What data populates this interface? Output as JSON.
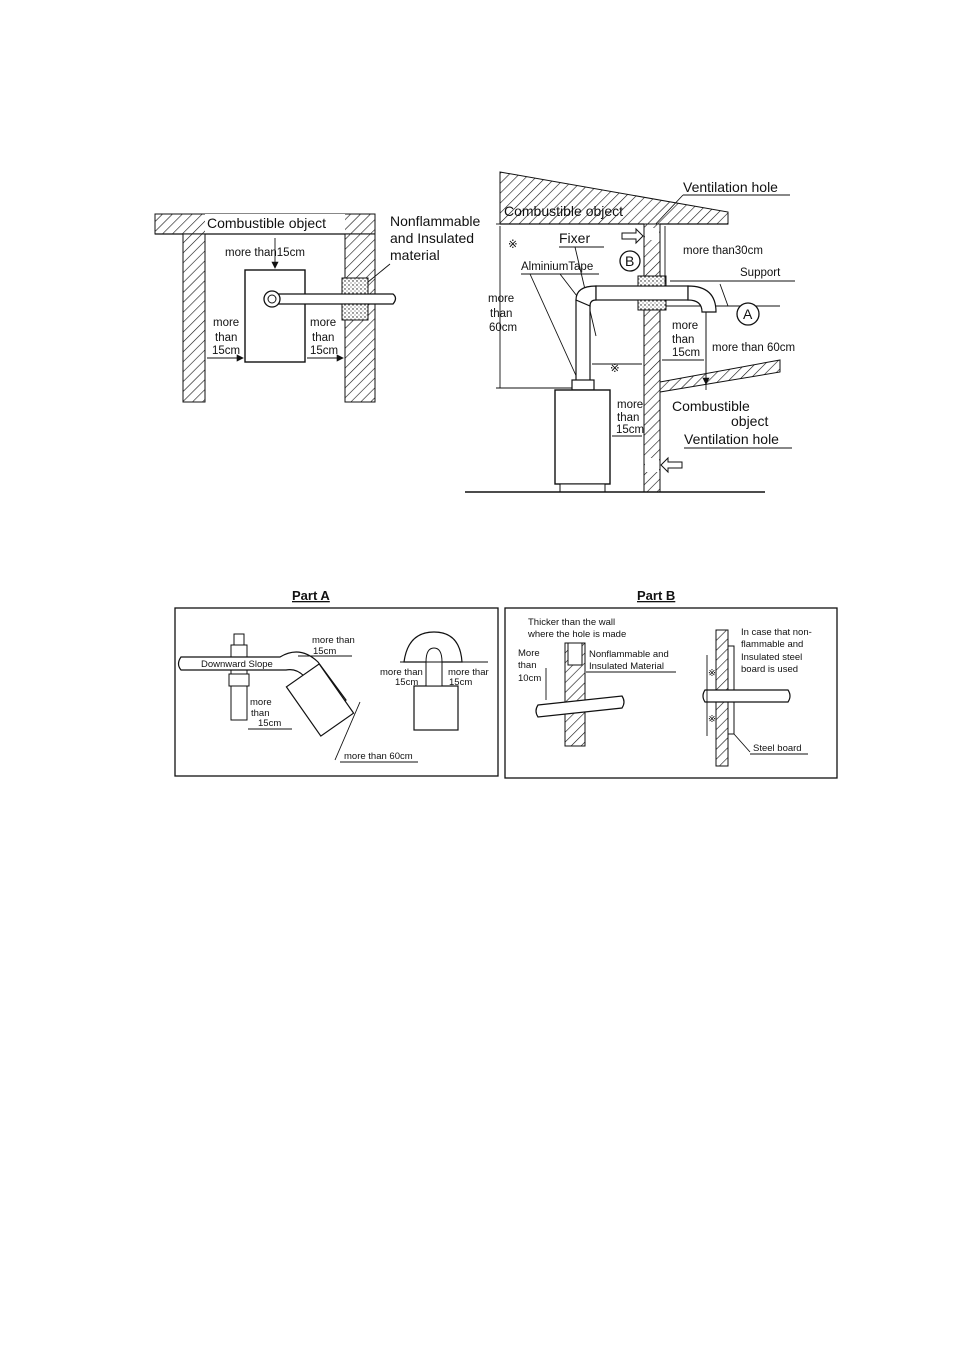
{
  "top_left": {
    "combustible_object": "Combustible object",
    "top_clearance": "more than15cm",
    "left_more": "more",
    "left_than": "than",
    "left_dist": "15cm",
    "right_more": "more",
    "right_than": "than",
    "right_dist": "15cm",
    "nonflam_line1": "Nonflammable",
    "nonflam_line2": "and Insulated",
    "nonflam_line3": "material"
  },
  "top_right": {
    "ventilation_hole_top": "Ventilation hole",
    "combustible_object_top": "Combustible object",
    "fixer": "Fixer",
    "marker_b": "B",
    "marker_a": "A",
    "aluminium_tape": "AlminiumTape",
    "more_than_30": "more than30cm",
    "support": "Support",
    "left_more": "more",
    "left_than": "than",
    "left_dist": "60cm",
    "mid_more": "more",
    "mid_than": "than",
    "mid_dist": "15cm",
    "more_than_60": "more than 60cm",
    "heater_more": "more",
    "heater_than": "than",
    "heater_dist": "15cm",
    "combustible_object_bottom_1": "Combustible",
    "combustible_object_bottom_2": "object",
    "ventilation_hole_bottom": "Ventilation hole",
    "mark_symbol": "※"
  },
  "part_a": {
    "title": "Part A",
    "downward_slope": "Downward Slope",
    "more_than_15_top_1": "more than",
    "more_than_15_top_2": "15cm",
    "more_than_15_side_1": "more",
    "more_than_15_side_2": "than",
    "more_than_15_side_3": "15cm",
    "more_than_60": "more than 60cm",
    "right_left_1": "more than",
    "right_left_2": "15cm",
    "right_right_1": "more thar",
    "right_right_2": "15cm"
  },
  "part_b": {
    "title": "Part B",
    "thicker_1": "Thicker than the wall",
    "thicker_2": "where the hole is made",
    "more_1": "More",
    "more_2": "than",
    "more_3": "10cm",
    "nonflam_1": "Nonflammable and",
    "nonflam_2": "Insulated Material",
    "incase_1": "In case that non-",
    "incase_2": "flammable and",
    "incase_3": "Insulated steel",
    "incase_4": "board is used",
    "steel_board": "Steel board",
    "mark_symbol": "※"
  }
}
